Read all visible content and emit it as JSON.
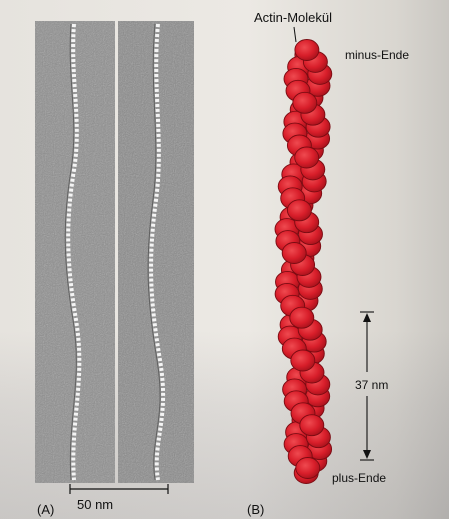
{
  "figure": {
    "panel_a_label": "(A)",
    "panel_b_label": "(B)",
    "scale_bar_label": "50 nm",
    "molecule_label": "Actin-Molekül",
    "minus_end_label": "minus-Ende",
    "plus_end_label": "plus-Ende",
    "repeat_label": "37 nm"
  },
  "colors": {
    "bead": "#d81e2a",
    "bead_edge": "#7a0b12",
    "micrograph_bg": "#8c8c8c",
    "filament": "#f2f2f2"
  },
  "icons": [
    "electron-micrograph",
    "actin-filament-model",
    "dimension-arrow"
  ]
}
